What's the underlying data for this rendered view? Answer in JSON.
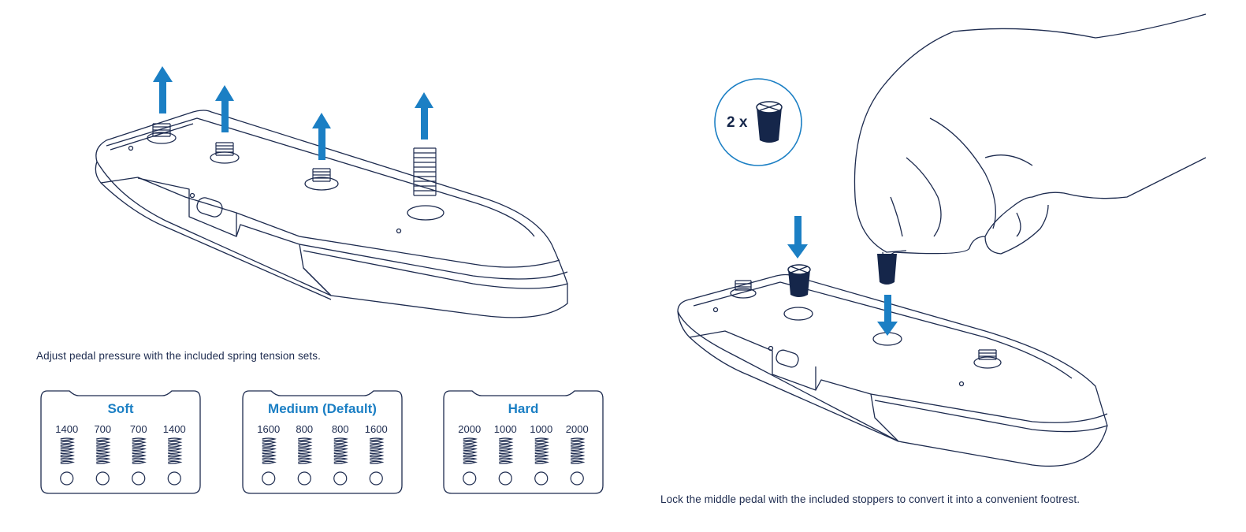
{
  "captions": {
    "left": "Adjust pedal pressure with the included spring tension sets.",
    "right": "Lock the middle pedal with the included stoppers to convert it into a convenient footrest."
  },
  "badge": {
    "label": "2 x"
  },
  "spring_sets": [
    {
      "title": "Soft",
      "values": [
        "1400",
        "700",
        "700",
        "1400"
      ]
    },
    {
      "title": "Medium (Default)",
      "values": [
        "1600",
        "800",
        "800",
        "1600"
      ]
    },
    {
      "title": "Hard",
      "values": [
        "2000",
        "1000",
        "1000",
        "2000"
      ]
    }
  ],
  "colors": {
    "accent": "#1b7fc4",
    "line": "#1d2b4f",
    "stopper": "#15264a"
  },
  "icons": [
    "arrow-up-icon",
    "arrow-down-icon",
    "spring-icon",
    "stopper-icon",
    "hand-illustration"
  ]
}
